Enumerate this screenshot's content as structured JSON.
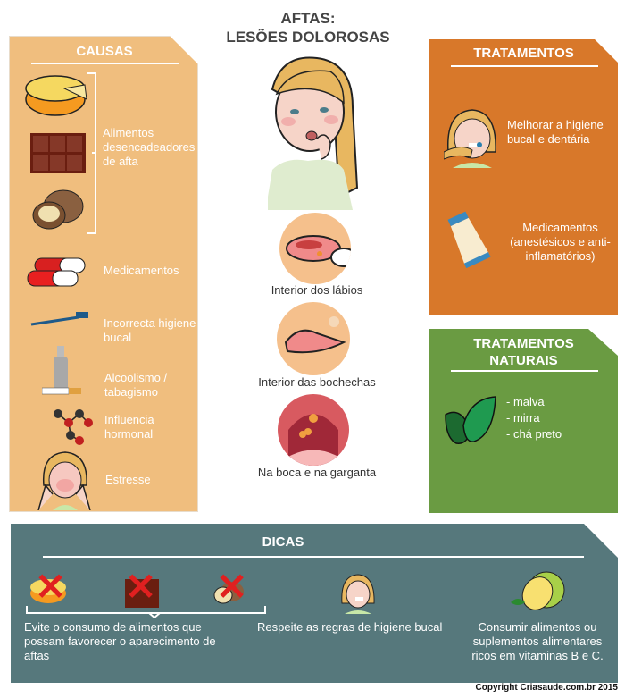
{
  "header": {
    "title_line1": "AFTAS:",
    "title_line2": "LESÕES DOLOROSAS"
  },
  "causas": {
    "title": "CAUSAS",
    "bracket_label": "Alimentos desencadeadores de afta",
    "food_icons": [
      "cheese-icon",
      "chocolate-icon",
      "walnut-icon"
    ],
    "items": [
      {
        "label": "Medicamentos",
        "icon": "pills-icon"
      },
      {
        "label": "Incorrecta higiene bucal",
        "icon": "toothbrush-icon"
      },
      {
        "label": "Alcoolismo / tabagismo",
        "icon": "bottle-cigarette-icon"
      },
      {
        "label": "Influencia hormonal",
        "icon": "molecule-icon"
      },
      {
        "label": "Estresse",
        "icon": "stressed-girl-icon"
      }
    ]
  },
  "locations": [
    {
      "label": "Interior dos lábios",
      "icon": "lips-icon"
    },
    {
      "label": "Interior das bochechas",
      "icon": "cheek-icon"
    },
    {
      "label": "Na boca e na garganta",
      "icon": "throat-icon"
    }
  ],
  "tratamentos": {
    "title": "TRATAMENTOS",
    "items": [
      {
        "label": "Melhorar a higiene bucal e dentária",
        "icon": "brushing-teeth-icon"
      },
      {
        "label": "Medicamentos (anestésicos e anti-inflamatórios)",
        "icon": "ointment-tube-icon"
      }
    ]
  },
  "naturais": {
    "title_line1": "TRATAMENTOS",
    "title_line2": "NATURAIS",
    "items": [
      "- malva",
      "- mirra",
      "- chá preto"
    ],
    "icon": "leaves-icon"
  },
  "dicas": {
    "title": "DICAS",
    "tips": [
      "Evite o consumo de alimentos que possam favorecer o aparecimento de aftas",
      "Respeite as regras de higiene bucal",
      "Consumir alimentos ou suplementos alimentares ricos em vitaminas B e C."
    ]
  },
  "footer": {
    "copyright": "Copyright Criasaude.com.br 2015"
  },
  "colors": {
    "causas": "#f0be7e",
    "tratamentos": "#d8782a",
    "naturais": "#6a9b42",
    "dicas": "#56787c"
  }
}
